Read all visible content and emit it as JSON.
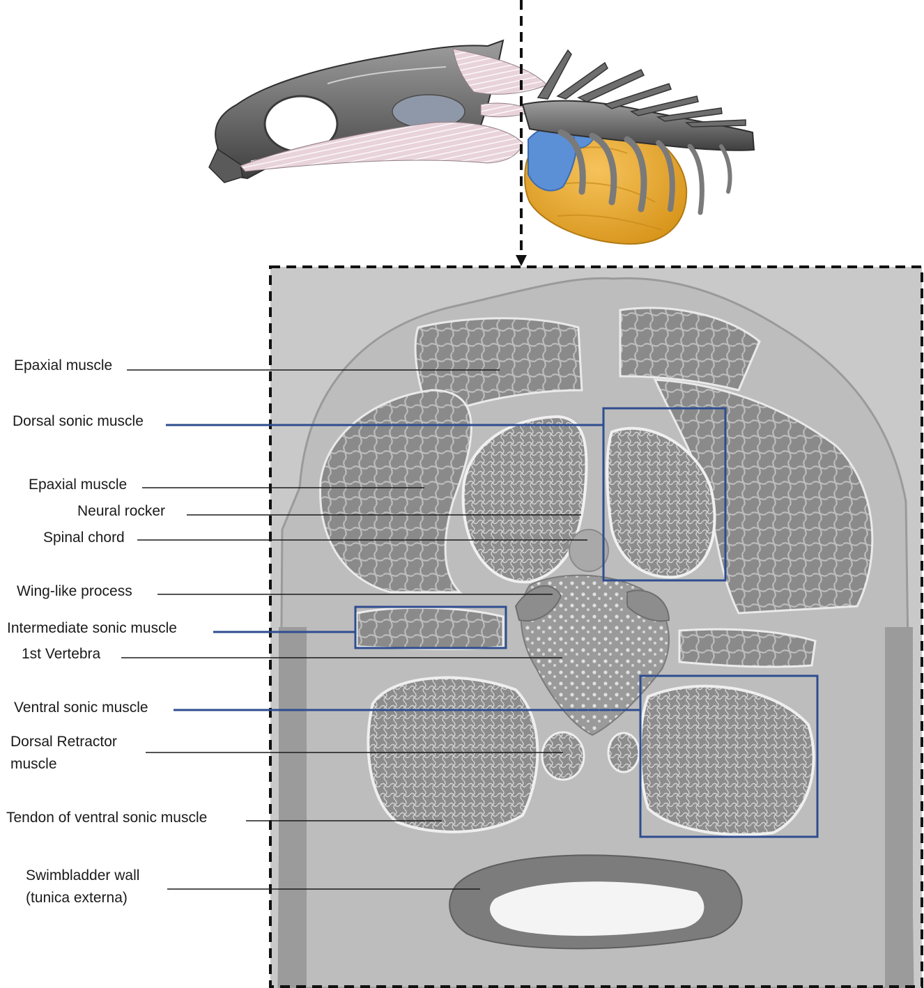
{
  "labels": {
    "epaxial_upper": "Epaxial muscle",
    "dorsal_sonic": "Dorsal sonic muscle",
    "epaxial_lower": "Epaxial muscle",
    "neural_rocker": "Neural rocker",
    "spinal_chord": "Spinal chord",
    "wing_like": "Wing-like process",
    "intermediate_sonic": "Intermediate sonic muscle",
    "first_vertebra": "1st Vertebra",
    "ventral_sonic": "Ventral sonic muscle",
    "dorsal_retractor_1": "Dorsal Retractor",
    "dorsal_retractor_2": "muscle",
    "tendon_ventral": "Tendon of ventral sonic muscle",
    "swimbladder_1": "Swimbladder wall",
    "swimbladder_2": "(tunica externa)"
  },
  "colors": {
    "highlight_box": "#2e4d8f",
    "leader_line_black": "#1a1a1a",
    "swimbladder_3d": "#e8a833",
    "sonic_muscle_3d": "#5b8fd6",
    "muscle_tendon_3d": "#e9d3da",
    "bone_3d": "#6b6b6b"
  }
}
